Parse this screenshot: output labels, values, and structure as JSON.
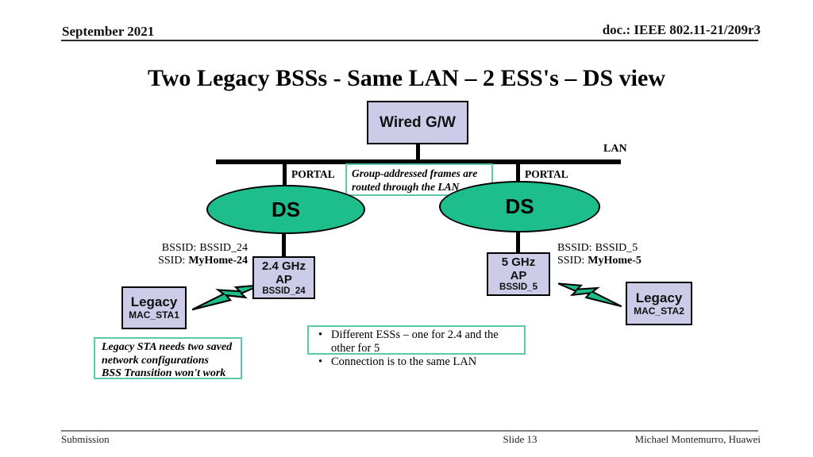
{
  "slide": {
    "header": {
      "date": "September 2021",
      "doc_number": "doc.: IEEE 802.11-21/209r3"
    },
    "title": "Two Legacy BSSs - Same LAN – 2 ESS's – DS view",
    "footer": {
      "left": "Submission",
      "center": "Slide 13",
      "right": "Michael Montemurro, Huawei"
    }
  },
  "diagram": {
    "gateway": {
      "label": "Wired G/W"
    },
    "lan": {
      "label": "LAN"
    },
    "portals": {
      "left": "PORTAL",
      "right": "PORTAL"
    },
    "group_note": {
      "line1": "Group-addressed frames are",
      "line2": "routed through the LAN"
    },
    "ds_left": {
      "label": "DS"
    },
    "ds_right": {
      "label": "DS"
    },
    "ap_24": {
      "band": "2.4 GHz",
      "role": "AP",
      "bssid": "BSSID_24"
    },
    "ap_5": {
      "band": "5 GHz",
      "role": "AP",
      "bssid": "BSSID_5"
    },
    "ids_24": {
      "bssid_label": "BSSID:",
      "bssid_value": "BSSID_24",
      "ssid_label": "SSID:",
      "ssid_value": "MyHome-24"
    },
    "ids_5": {
      "bssid_label": "BSSID:",
      "bssid_value": "BSSID_5",
      "ssid_label": "SSID:",
      "ssid_value": "MyHome-5"
    },
    "sta_left": {
      "name": "Legacy",
      "mac": "MAC_STA1"
    },
    "sta_right": {
      "name": "Legacy",
      "mac": "MAC_STA2"
    }
  },
  "notes": {
    "bullets": [
      "Different ESSs – one for 2.4 and the other for 5",
      "Connection is to the same LAN"
    ],
    "legacy_sta": {
      "line1": "Legacy STA needs two saved",
      "line2": "network configurations",
      "line3": "BSS Transition won't work"
    }
  },
  "colors": {
    "ds_green": "#1EBE8C",
    "box_lavender": "#CCCCE8",
    "note_border_teal": "#5CC8AE",
    "lan_line": "#000000",
    "footer_rule": "#7f7f7f"
  }
}
